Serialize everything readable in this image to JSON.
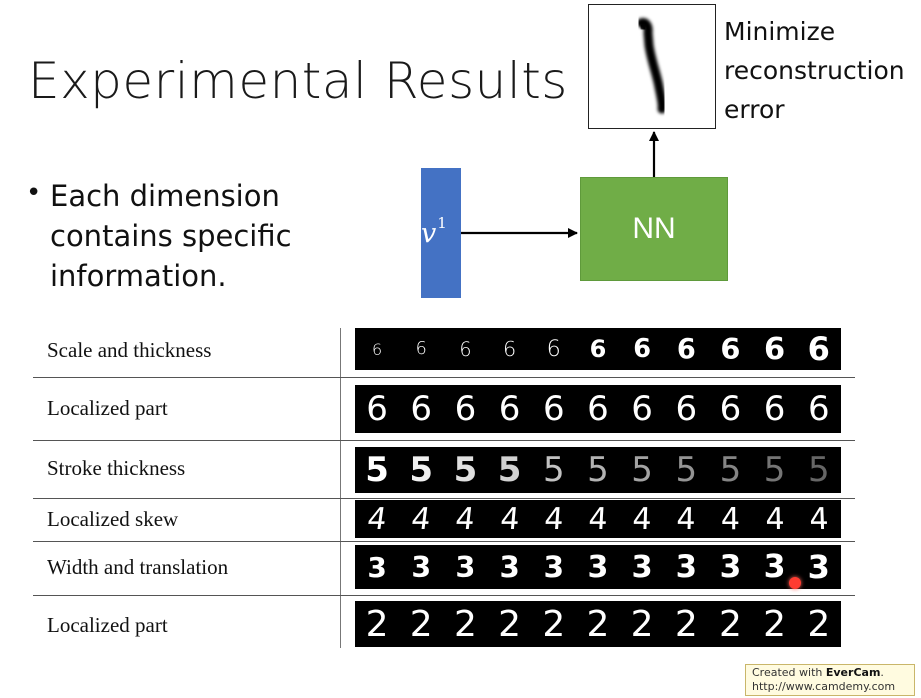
{
  "slide": {
    "title": "Experimental Results",
    "bullet": "Each dimension contains specific information.",
    "bullet_symbol": "•"
  },
  "diagram": {
    "code_symbol": "v",
    "code_superscript": "1",
    "nn_label": "NN",
    "output_label": "Minimize reconstruction error",
    "output_image_icon": "handwritten-digit-one-image",
    "colors": {
      "code_bar": "#4472c4",
      "nn_box": "#70ad47"
    }
  },
  "table": {
    "rows": [
      {
        "label": "Scale and thickness",
        "digit": "6"
      },
      {
        "label": "Localized part",
        "digit": "6"
      },
      {
        "label": "Stroke thickness",
        "digit": "5"
      },
      {
        "label": "Localized skew",
        "digit": "4"
      },
      {
        "label": "Width and translation",
        "digit": "3"
      },
      {
        "label": "Localized part",
        "digit": "2"
      }
    ]
  },
  "watermark": {
    "prefix": "Created with ",
    "brand": "EverCam",
    "suffix": ".",
    "url": "http://www.camdemy.com"
  }
}
